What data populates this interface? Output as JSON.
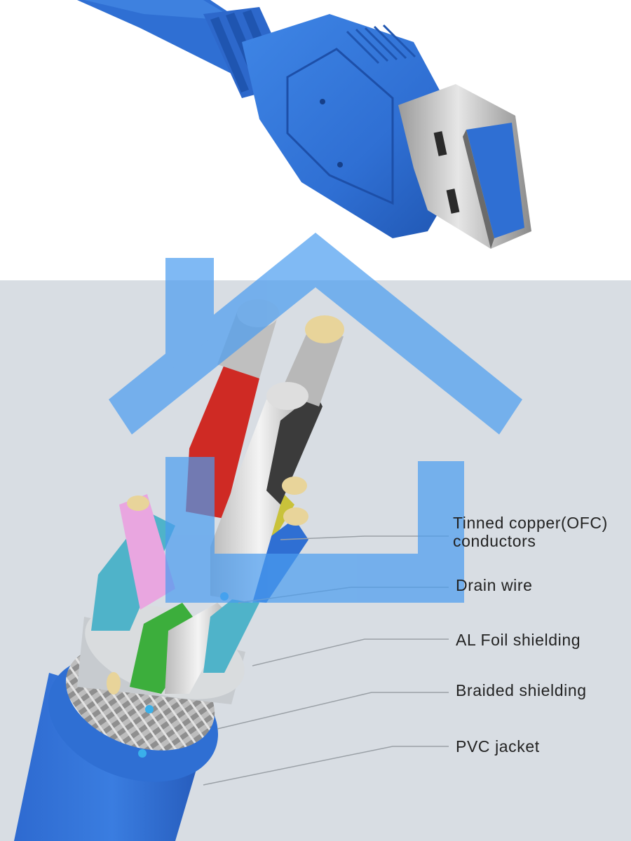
{
  "labels": {
    "conductors_line1": "Tinned copper(OFC)",
    "conductors_line2": "conductors",
    "drain_wire": "Drain wire",
    "al_foil": "AL Foil shielding",
    "braided": "Braided shielding",
    "pvc_jacket": "PVC jacket"
  },
  "colors": {
    "cable_blue": "#2f6fd3",
    "watermark_blue": "#4a9cf0",
    "panel_gray": "#d8dde3",
    "leader_line": "#9aa0a6",
    "marker_dot": "#3ab0ea"
  },
  "icons": {
    "watermark": "house-icon"
  }
}
